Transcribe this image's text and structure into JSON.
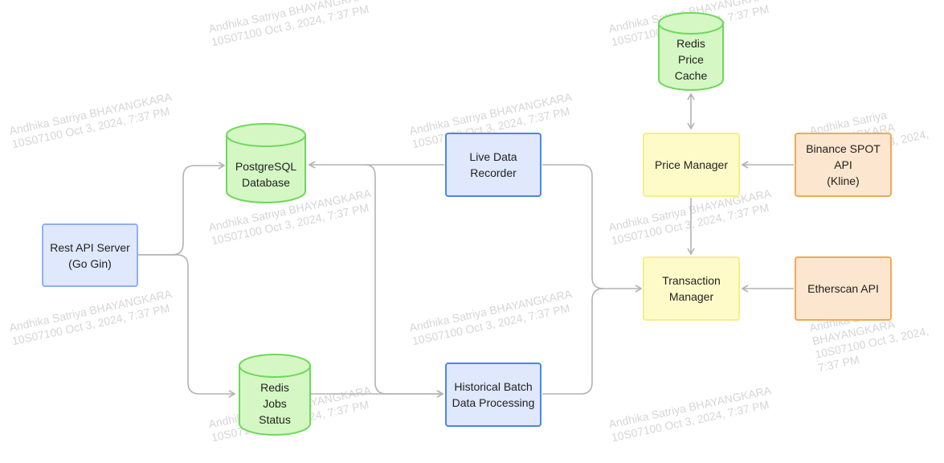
{
  "nodes": {
    "rest_api": "Rest API Server\n(Go Gin)",
    "postgres": "PostgreSQL\nDatabase",
    "redis_jobs": "Redis\nJobs\nStatus",
    "live_recorder": "Live Data\nRecorder",
    "historical_batch": "Historical Batch\nData Processing",
    "redis_price": "Redis\nPrice\nCache",
    "price_manager": "Price Manager",
    "transaction_manager": "Transaction\nManager",
    "binance_api": "Binance SPOT\nAPI\n(Kline)",
    "etherscan_api": "Etherscan API"
  },
  "watermark": "Andhika Satriya BHAYANGKARA\n10S07100 Oct 3, 2024, 7:37 PM",
  "colors": {
    "green_fill": "#d4f7c4",
    "green_stroke": "#6fd85a",
    "blue_fill": "#dfe8fc",
    "blue_stroke": "#4a86e8",
    "yellow_fill": "#fffbc9",
    "yellow_stroke": "#f6ee8a",
    "orange_fill": "#fde6cf",
    "orange_stroke": "#f0a955",
    "connector": "#b3b3b3"
  }
}
